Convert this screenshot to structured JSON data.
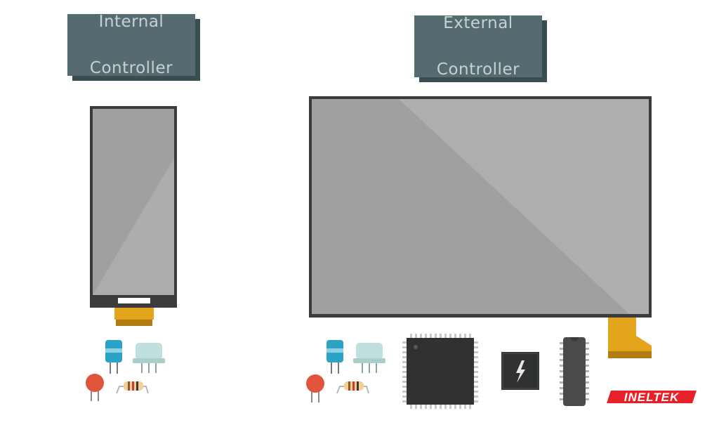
{
  "labels": {
    "internal_line1": "Internal",
    "internal_line2": "Controller",
    "external_line1": "External",
    "external_line2": "Controller"
  },
  "logo": {
    "text": "INELTEK"
  },
  "colors": {
    "label_bg": "#566b6f",
    "label_shadow": "#3a4e52",
    "label_text": "#c7d1d3",
    "screen_frame": "#3b3b3b",
    "screen_fill": "#a0a0a0",
    "screen_highlight": "#aeaeae",
    "flex_cable": "#e3a51c",
    "flex_cable_dark": "#b27b12",
    "capacitor_blue": "#2aa3c4",
    "crystal_teal": "#bfe0dc",
    "ceramic_red": "#e0543a",
    "resistor_tan": "#f0d098",
    "chip_dark": "#2f3231",
    "logo_red": "#e8202a"
  }
}
